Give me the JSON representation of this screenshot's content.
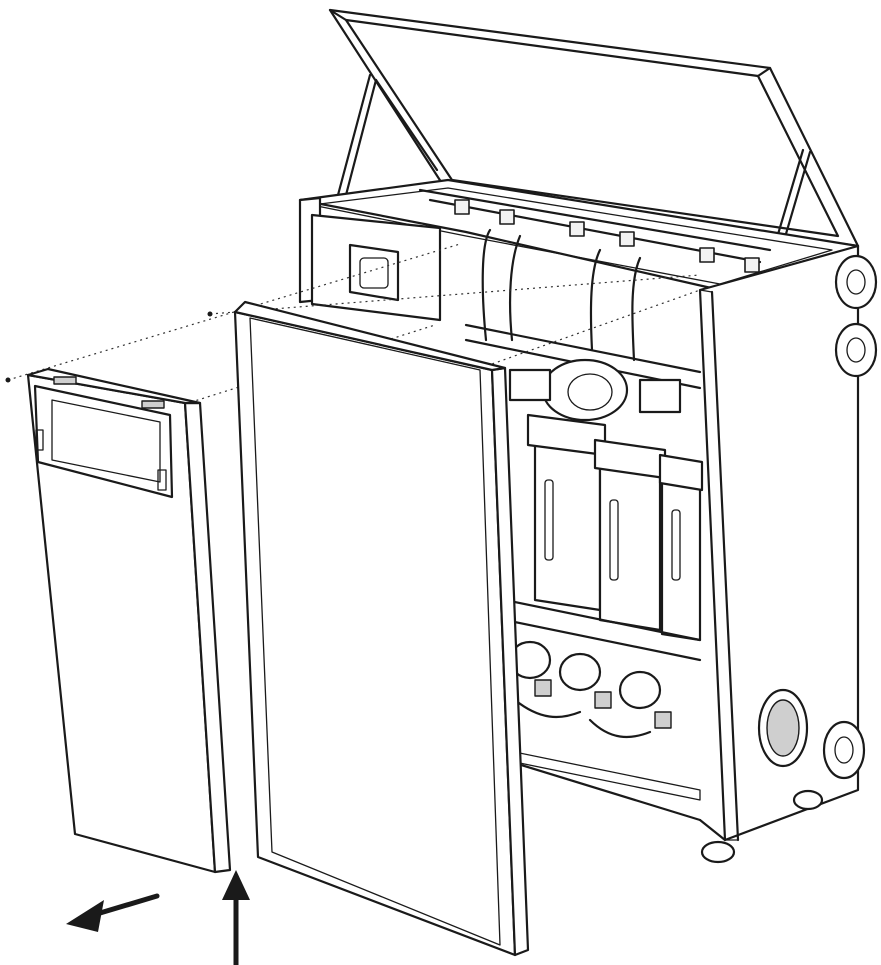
{
  "diagram": {
    "scene": "boiler-front-panel-removal",
    "parts": [
      "boiler-cabinet",
      "open-top-lid",
      "left-front-panel",
      "right-front-panel",
      "side-flanges",
      "screws"
    ],
    "arrows": [
      {
        "id": "remove-left-panel",
        "direction": "down-left"
      },
      {
        "id": "lift-right-panel",
        "direction": "up"
      }
    ],
    "colors": {
      "line": "#1a1a1a",
      "background": "#ffffff",
      "shade": "#cfcfcf"
    }
  }
}
